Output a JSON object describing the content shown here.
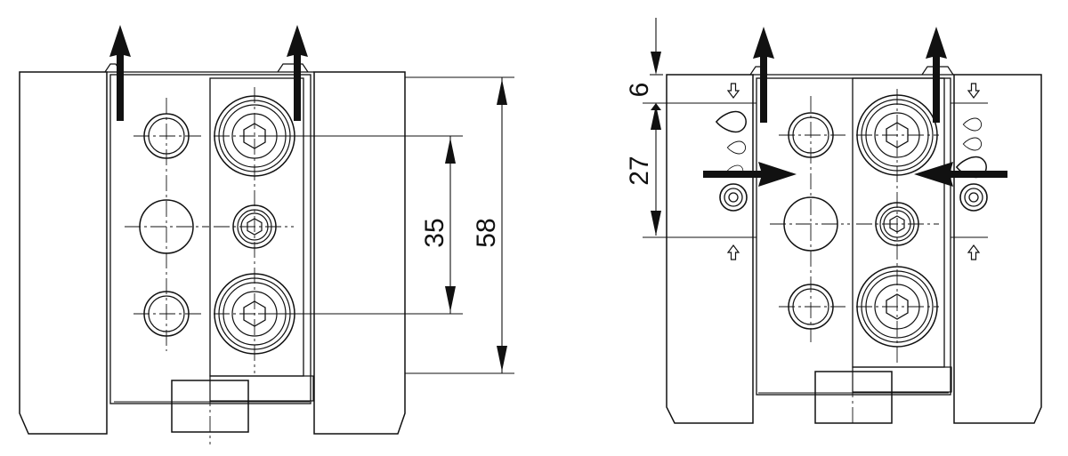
{
  "diagram": {
    "left_view": {
      "dimensions": {
        "inner": "35",
        "outer": "58"
      }
    },
    "right_view": {
      "dimensions": {
        "top": "6",
        "middle": "27"
      }
    }
  },
  "colors": {
    "ink": "#111111",
    "paper": "#ffffff",
    "fill": "#ffffff"
  }
}
